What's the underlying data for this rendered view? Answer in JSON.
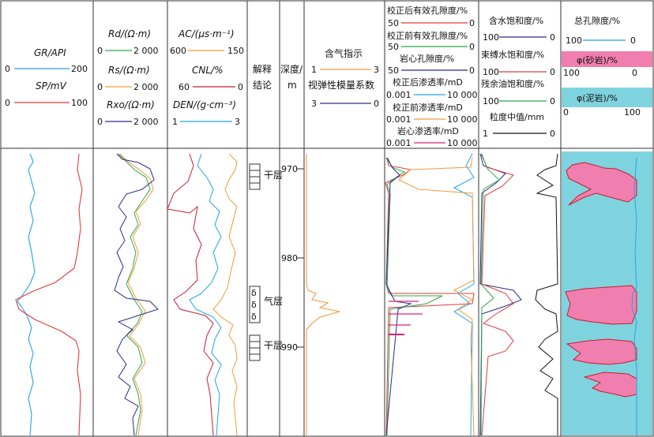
{
  "tracks": {
    "t1": {
      "gr": {
        "label": "GR/API",
        "min": "0",
        "max": "200",
        "color": "#1ea5e6"
      },
      "sp": {
        "label": "SP/mV",
        "min": "0",
        "max": "100",
        "color": "#e23b3b"
      }
    },
    "t2": {
      "rd": {
        "label": "Rd/(Ω·m)",
        "min": "0",
        "max": "2 000",
        "color": "#2aa84a"
      },
      "rs": {
        "label": "Rs/(Ω·m)",
        "min": "0",
        "max": "2 000",
        "color": "#f39a3a"
      },
      "rxo": {
        "label": "Rxo/(Ω·m)",
        "min": "0",
        "max": "2 000",
        "color": "#2a2a8a"
      }
    },
    "t3": {
      "ac": {
        "label": "AC/(μs·m⁻¹)",
        "min": "600",
        "max": "150",
        "color": "#f39a3a"
      },
      "cnl": {
        "label": "CNL/%",
        "min": "60",
        "max": "0",
        "color": "#c81e2a"
      },
      "den": {
        "label": "DEN/(g·cm⁻³)",
        "min": "1",
        "max": "3",
        "color": "#1ea5e6"
      }
    },
    "interp": {
      "label1": "解释",
      "label2": "结论",
      "zone1": "干层",
      "zone2": "气层",
      "zone3": "干层",
      "delta": "δ"
    },
    "depth": {
      "label1": "深度/",
      "label2": "m",
      "ticks": [
        "970",
        "980",
        "990"
      ]
    },
    "gas": {
      "title": "含气指示",
      "ind": {
        "min": "1",
        "max": "3",
        "color": "#f39a3a"
      },
      "elastic": {
        "label": "视弹性模量系数",
        "min": "3",
        "max": "0",
        "color": "#2a2a8a"
      }
    },
    "poro": {
      "p1": {
        "label": "校正后有效孔隙度/%",
        "min": "50",
        "max": "0",
        "color": "#e23b3b"
      },
      "p2": {
        "label": "校正前有效孔隙度/%",
        "min": "50",
        "max": "0",
        "color": "#2aa84a"
      },
      "p3": {
        "label": "岩心孔隙度/%",
        "min": "50",
        "max": "0",
        "color": "#2a2a8a"
      },
      "k1": {
        "label": "校正后渗透率/mD",
        "min": "0.001",
        "max": "10 000",
        "color": "#1ea5e6"
      },
      "k2": {
        "label": "校正前渗透率/mD",
        "min": "0.001",
        "max": "10 000",
        "color": "#f39a3a"
      },
      "k3": {
        "label": "岩心渗透率/mD",
        "min": "0.001",
        "max": "10 000",
        "color": "#e0207a"
      }
    },
    "sat": {
      "sw": {
        "label": "含水饱和度/%",
        "min": "100",
        "max": "0",
        "color": "#2a2a8a"
      },
      "swb": {
        "label": "束缚水饱和度/%",
        "min": "100",
        "max": "0",
        "color": "#e23b3b"
      },
      "sor": {
        "label": "残余油饱和度/%",
        "min": "100",
        "max": "0",
        "color": "#2aa84a"
      },
      "grain": {
        "label": "粒度中值/mm",
        "min": "1",
        "max": "0",
        "color": "#111111"
      }
    },
    "total": {
      "phi": {
        "label": "总孔隙度/%",
        "min": "100",
        "max": "0",
        "color": "#1ea5e6"
      },
      "sand": {
        "label": "φ(砂岩)/%",
        "min": "100",
        "max": "0",
        "fill": "#f07fb0"
      },
      "mud": {
        "label": "φ(泥岩)/%",
        "min": "0",
        "max": "100",
        "fill": "#7fd3df"
      }
    }
  }
}
